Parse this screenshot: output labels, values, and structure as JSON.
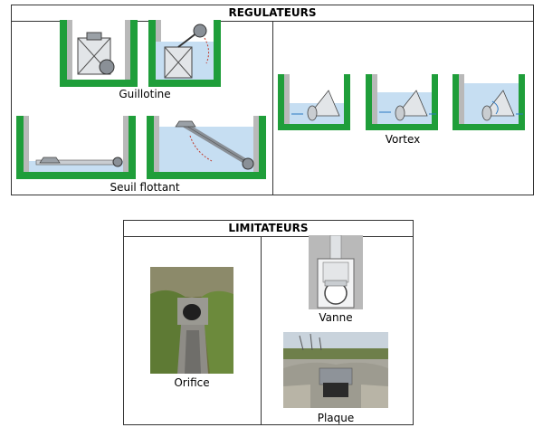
{
  "regulators": {
    "title": "REGULATEURS",
    "guillotine_label": "Guillotine",
    "seuil_label": "Seuil flottant",
    "vortex_label": "Vortex"
  },
  "limiters": {
    "title": "LIMITATEURS",
    "orifice_label": "Orifice",
    "vanne_label": "Vanne",
    "plaque_label": "Plaque"
  },
  "colors": {
    "wall_green": "#1f9e3a",
    "wall_grey": "#b9b9b9",
    "water": "#c6def2",
    "metal": "#9aa0a6"
  }
}
